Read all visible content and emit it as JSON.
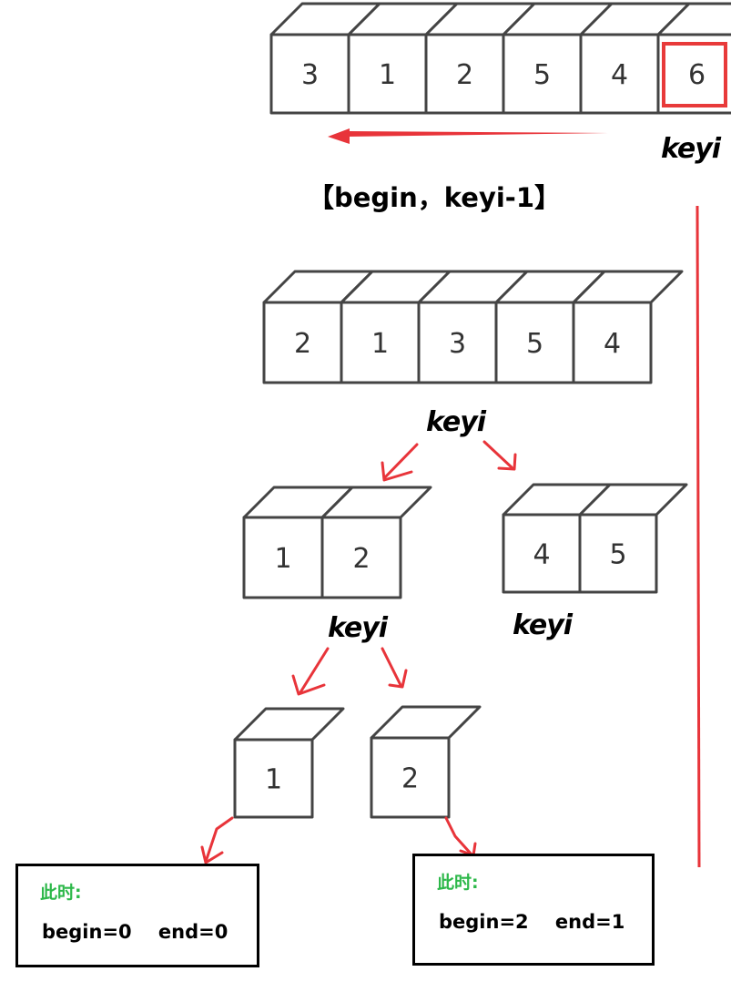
{
  "arrays": {
    "full": [
      "3",
      "1",
      "2",
      "5",
      "4",
      "6"
    ],
    "after_partition": [
      "2",
      "1",
      "3",
      "5",
      "4"
    ],
    "left_sub": [
      "1",
      "2"
    ],
    "right_sub": [
      "4",
      "5"
    ],
    "leaf_left": [
      "1"
    ],
    "leaf_right": [
      "2"
    ]
  },
  "labels": {
    "keyi_top": "keyi",
    "range_left": "【begin，keyi-1】",
    "keyi_level2": "keyi",
    "keyi_level3_left": "keyi",
    "keyi_level3_right": "keyi"
  },
  "notes": [
    {
      "title": "此时:",
      "begin": "begin=0",
      "end": "end=0"
    },
    {
      "title": "此时:",
      "begin": "begin=2",
      "end": "end=1"
    }
  ],
  "colors": {
    "highlight": "#e83a3a",
    "arrow": "#e8343a",
    "note_title": "#2db84a"
  }
}
